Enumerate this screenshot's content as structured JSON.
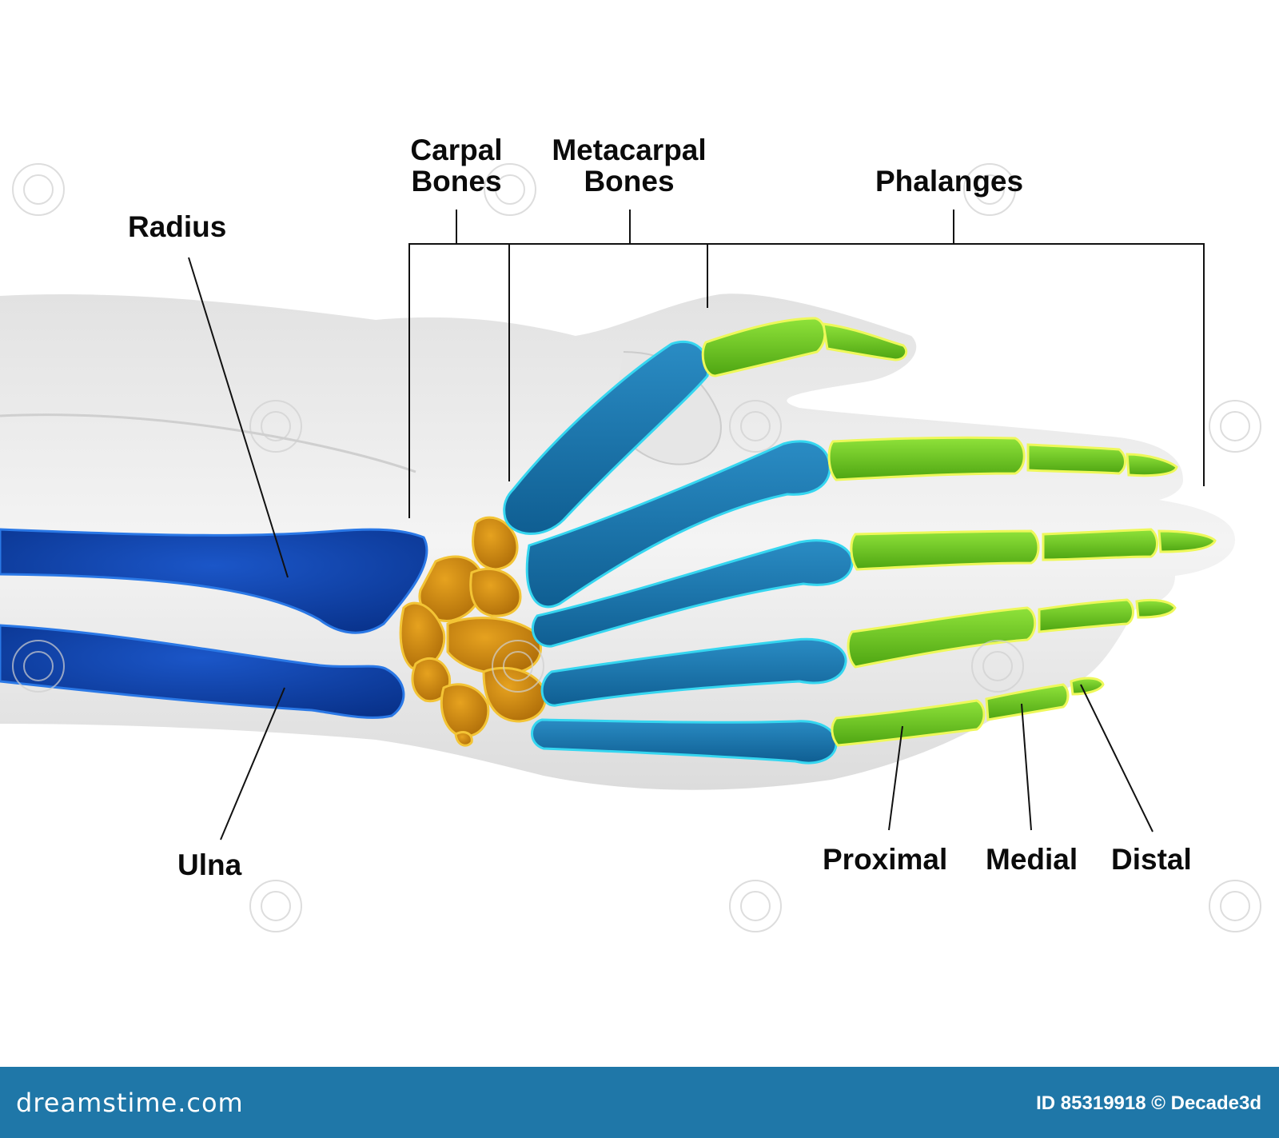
{
  "labels": {
    "radius": "Radius",
    "ulna": "Ulna",
    "carpal_line1": "Carpal",
    "carpal_line2": "Bones",
    "metacarpal_line1": "Metacarpal",
    "metacarpal_line2": "Bones",
    "phalanges": "Phalanges",
    "proximal": "Proximal",
    "medial": "Medial",
    "distal": "Distal"
  },
  "footer": {
    "brand": "dreamstime.com",
    "credit": "ID 85319918 © Decade3d"
  },
  "watermark": "dreamstime",
  "colors": {
    "forearm_bones": "#0a3fa8",
    "carpal_bones": "#d08a0c",
    "metacarpal_bones": "#1577b0",
    "phalanges": "#6fc81a",
    "footer_bar": "#1f77a8"
  }
}
